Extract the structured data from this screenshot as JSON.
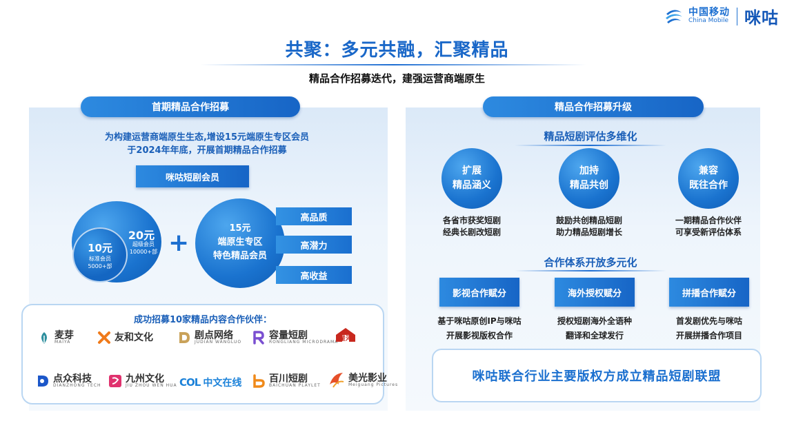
{
  "brand": {
    "cm_cn": "中国移动",
    "cm_en": "China Mobile",
    "migu": "咪咕",
    "logo_icon": "china-mobile-icon"
  },
  "title": "共聚：多元共融，汇聚精品",
  "subtitle": "精品合作招募迭代，建强运营商端原生",
  "left": {
    "header": "首期精品合作招募",
    "desc_line1": "为构建运营商端原生生态,增设15元端原生专区会员",
    "desc_line2": "于2024年年底，开展首期精品合作招募",
    "member_label": "咪咕短剧会员",
    "tier10": {
      "price": "10元",
      "name": "标准会员",
      "count": "5000+部"
    },
    "tier20": {
      "price": "20元",
      "name": "超级会员",
      "count": "10000+部"
    },
    "plus": "+",
    "tier15": {
      "line1": "15元",
      "line2": "端原生专区",
      "line3": "特色精品会员"
    },
    "tags": [
      "高品质",
      "高潜力",
      "高收益"
    ],
    "partners_title": "成功招募10家精品内容合作伙伴：",
    "partners": [
      {
        "name": "麦芽",
        "en": "MAIYA",
        "icon": "maiya-leaf-icon"
      },
      {
        "name": "友和文化",
        "en": "",
        "icon": "youhe-cross-icon"
      },
      {
        "name": "剧点网络",
        "en": "JUDIAN WANGLUO",
        "icon": "judian-d-icon"
      },
      {
        "name": "容量短剧",
        "en": "RONGLIANG MICRODRAMA",
        "icon": "rongliang-r-icon"
      },
      {
        "name": "星河",
        "en": "",
        "icon": "xinghe-house-icon"
      },
      {
        "name": "点众科技",
        "en": "DIANZHONG TECH",
        "icon": "dianzhong-d-icon"
      },
      {
        "name": "九州文化",
        "en": "JIU ZHOU WEN HUA",
        "icon": "jiuzhou-icon"
      },
      {
        "name": "中文在线",
        "en": "",
        "icon": "col-icon"
      },
      {
        "name": "百川短剧",
        "en": "BAICHUAN PLAYLET",
        "icon": "baichuan-b-icon"
      },
      {
        "name": "美光影业",
        "en": "Meiguang Pictures",
        "icon": "meiguang-bird-icon"
      }
    ],
    "col_text": "COL"
  },
  "right": {
    "header": "精品合作招募升级",
    "section1": "精品短剧评估多维化",
    "circles": [
      {
        "line1": "扩展",
        "line2": "精品涵义",
        "desc1": "各省市获奖短剧",
        "desc2": "经典长剧改短剧"
      },
      {
        "line1": "加持",
        "line2": "精品共创",
        "desc1": "鼓励共创精品短剧",
        "desc2": "助力精品短剧增长"
      },
      {
        "line1": "兼容",
        "line2": "既往合作",
        "desc1": "一期精品合作伙伴",
        "desc2": "可享受新评估体系"
      }
    ],
    "section2": "合作体系开放多元化",
    "buttons": [
      {
        "label": "影视合作赋分",
        "desc1": "基于咪咕原创IP与咪咕",
        "desc2": "开展影视版权合作"
      },
      {
        "label": "海外授权赋分",
        "desc1": "授权短剧海外全语种",
        "desc2": "翻译和全球发行"
      },
      {
        "label": "拼播合作赋分",
        "desc1": "首发剧优先与咪咕",
        "desc2": "开展拼播合作项目"
      }
    ],
    "alliance": "咪咕联合行业主要版权方成立精品短剧联盟"
  },
  "colors": {
    "primary": "#1765c6",
    "accent": "#2d8ae0",
    "title": "#1967c8"
  }
}
